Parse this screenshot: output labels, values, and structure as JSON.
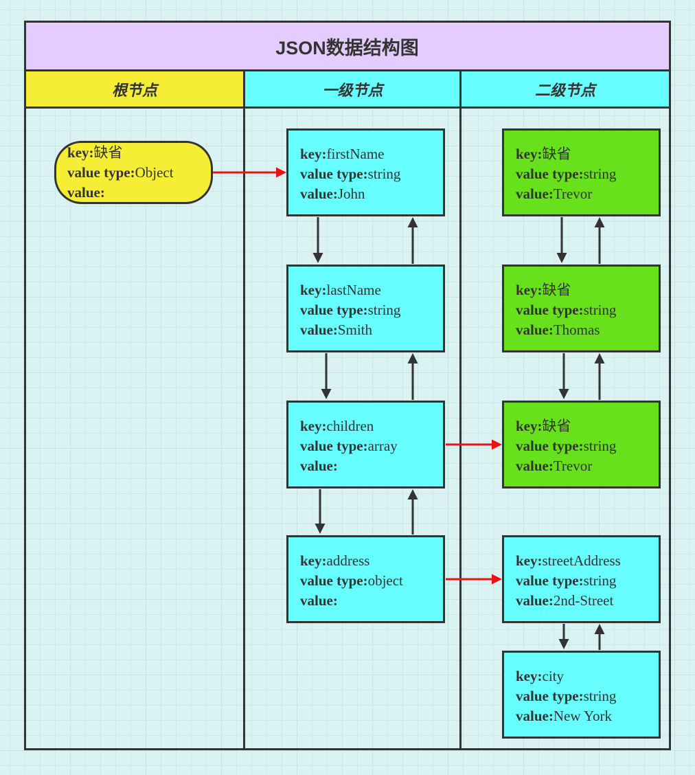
{
  "diagram": {
    "title": "JSON数据结构图",
    "lanes": [
      "根节点",
      "一级节点",
      "二级节点"
    ],
    "field_labels": {
      "key": "key:",
      "value_type": "value type:",
      "value": "value:"
    },
    "root": {
      "key": "缺省",
      "value_type": "Object",
      "value": ""
    },
    "level1": [
      {
        "key": "firstName",
        "value_type": "string",
        "value": "John"
      },
      {
        "key": "lastName",
        "value_type": "string",
        "value": "Smith"
      },
      {
        "key": "children",
        "value_type": "array",
        "value": ""
      },
      {
        "key": "address",
        "value_type": "object",
        "value": ""
      }
    ],
    "level2": [
      {
        "key": "缺省",
        "value_type": "string",
        "value": "Trevor"
      },
      {
        "key": "缺省",
        "value_type": "string",
        "value": "Thomas"
      },
      {
        "key": "缺省",
        "value_type": "string",
        "value": "Trevor"
      },
      {
        "key": "streetAddress",
        "value_type": "string",
        "value": "2nd-Street"
      },
      {
        "key": "city",
        "value_type": "string",
        "value": "New York"
      }
    ],
    "colors": {
      "title_band": "#e4cdfe",
      "root_lane": "#f6ee34",
      "level_lane": "#66feff",
      "cyan_node": "#66feff",
      "green_node": "#66e11c",
      "link_arrow": "#ee1111",
      "sibling_arrow": "#333333"
    }
  }
}
